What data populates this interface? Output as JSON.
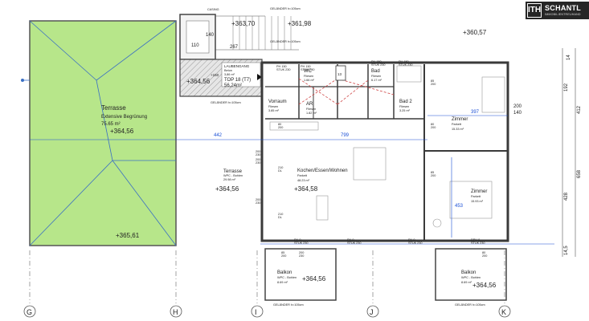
{
  "brand": {
    "mark": "ITH",
    "name": "SCHANTL",
    "sub": "IMMOBILIENTREUHAND"
  },
  "colors": {
    "terrace_green": "#b7e68a",
    "wall": "#3a3a3a",
    "hatch": "#cfcfcf",
    "dimension_blue": "#1a4fd6",
    "dashed_red": "#d04a4a"
  },
  "unit": {
    "label": "TOP 18 (T7)",
    "area": "56,24m²"
  },
  "corridor": {
    "label": "LAUBENGANG",
    "sub": "Beton",
    "area": "3,86 m²",
    "level": "+364,56"
  },
  "rooms": [
    {
      "key": "terrasse_big",
      "name": "Terrasse",
      "sub": "Extensive Begrünung",
      "area": "75.65 m²",
      "level": "+364,56"
    },
    {
      "key": "terrasse_small",
      "name": "Terrasse",
      "sub": "WPC - Bohlen",
      "area": "29.98 m²",
      "level": "+364,56"
    },
    {
      "key": "kochen",
      "name": "Kochen/Essen/Wohnen",
      "sub": "Parkett",
      "area": "48.23 m²",
      "level": "+364,58"
    },
    {
      "key": "zimmer1",
      "name": "Zimmer",
      "sub": "Parkett",
      "area": "15.33 m²"
    },
    {
      "key": "zimmer2",
      "name": "Zimmer",
      "sub": "Parkett",
      "area": "15.93 m²"
    },
    {
      "key": "bad",
      "name": "Bad",
      "sub": "Fliesen",
      "area": "6.17 m²"
    },
    {
      "key": "bad2",
      "name": "Bad 2",
      "sub": "Fliesen",
      "area": "3.25 m²"
    },
    {
      "key": "wc",
      "name": "WC",
      "sub": "Fliesen",
      "area": "1.66 m²"
    },
    {
      "key": "ar",
      "name": "AR",
      "sub": "Fliesen",
      "area": "1.82 m²"
    },
    {
      "key": "vorraum",
      "name": "Vorraum",
      "sub": "Fliesen",
      "area": "3.85 m²"
    },
    {
      "key": "balkon1",
      "name": "Balkon",
      "sub": "WPC - Bohlen",
      "area": "8.69 m²",
      "level": "+364,56"
    },
    {
      "key": "balkon2",
      "name": "Balkon",
      "sub": "WPC - Bohlen",
      "area": "8.69 m²",
      "level": "+364,56"
    }
  ],
  "levels": {
    "top_363": "+363,70",
    "top_361": "+361,98",
    "top_360": "+360,57",
    "terrace_edge": "+365,61",
    "small": "+150"
  },
  "railings": {
    "top": "GELÄNDER h=105cm",
    "mid": "GELÄNDER h=105cm",
    "left": "GELÄNDER h=105cm",
    "bottom": "GELÄNDER h=105cm",
    "bottom2": "GELÄNDER h=105cm",
    "casing": "CASING"
  },
  "axes": [
    "G",
    "H",
    "I",
    "J",
    "K"
  ],
  "dimensions": {
    "d442": "442",
    "d799": "799",
    "d397": "397",
    "d453": "453",
    "right": [
      "14",
      "192",
      "412",
      "658",
      "428",
      "14,5"
    ],
    "sill": [
      "200",
      "140"
    ],
    "stair_a": "267",
    "stair_b": "110",
    "stair_c": "140"
  },
  "windows": [
    "PH 150\nSTUK 230",
    "PH 150\nSTUK 230",
    "PH 150\nSTUK 230",
    "PH 150\nSTUK 230",
    "PH 0\nSTUK 230",
    "PH 0\nSTUK 230",
    "PH 0\nSTUK 230",
    "RPH 0\nSTUK 230",
    "200\n230",
    "200\n230",
    "210\nDL",
    "200\n230",
    "210\nDL",
    "200\n230",
    "80\n200",
    "85\n200",
    "85\n200",
    "80\n200",
    "85\n200",
    "80\n200"
  ]
}
